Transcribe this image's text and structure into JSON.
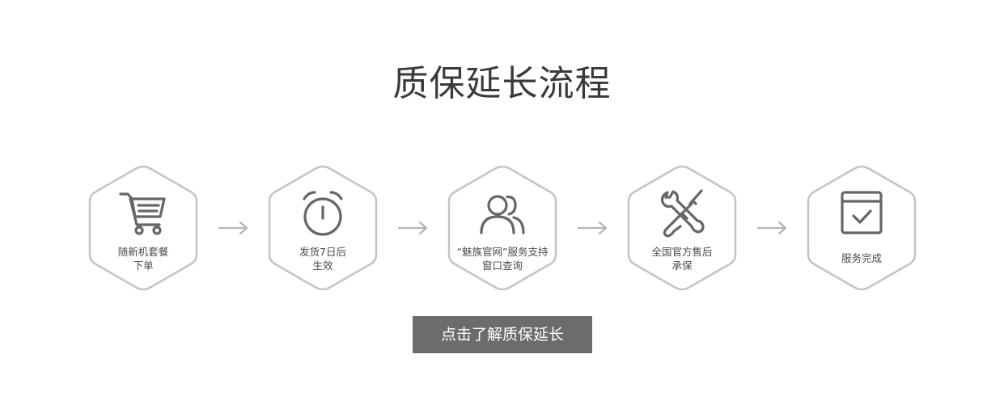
{
  "title": "质保延长流程",
  "steps": [
    {
      "icon": "shopping-cart-icon",
      "lines": [
        "随新机套餐",
        "下单"
      ]
    },
    {
      "icon": "alarm-clock-icon",
      "lines": [
        "发货7日后",
        "生效"
      ]
    },
    {
      "icon": "users-icon",
      "lines": [
        "“魅族官网”服务支持",
        "窗口查询"
      ]
    },
    {
      "icon": "tools-icon",
      "lines": [
        "全国官方售后",
        "承保"
      ]
    },
    {
      "icon": "calendar-check-icon",
      "lines": [
        "服务完成"
      ]
    }
  ],
  "cta": {
    "label": "点击了解质保延长"
  },
  "colors": {
    "hexagon_stroke": "#c4c4c4",
    "icon": "#666666",
    "arrow": "#b5b5b5",
    "button_bg": "#6c6c6c",
    "button_text": "#ffffff"
  }
}
